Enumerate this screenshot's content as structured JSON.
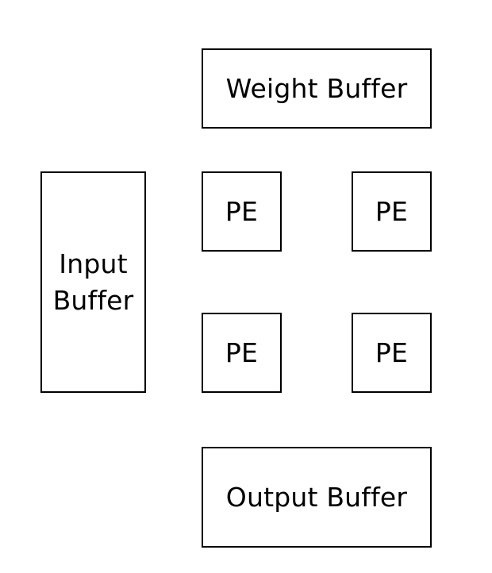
{
  "diagram": {
    "weight_buffer": "Weight Buffer",
    "input_buffer": {
      "line1": "Input",
      "line2": "Buffer"
    },
    "pe_grid": [
      "PE",
      "PE",
      "PE",
      "PE"
    ],
    "output_buffer": "Output Buffer"
  }
}
